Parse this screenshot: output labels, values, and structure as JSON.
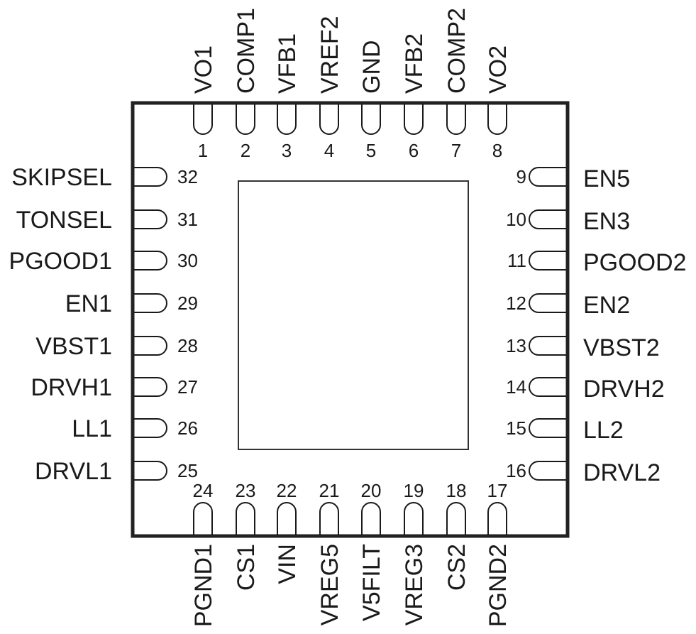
{
  "package": {
    "top": [
      {
        "num": "1",
        "name": "VO1"
      },
      {
        "num": "2",
        "name": "COMP1"
      },
      {
        "num": "3",
        "name": "VFB1"
      },
      {
        "num": "4",
        "name": "VREF2"
      },
      {
        "num": "5",
        "name": "GND"
      },
      {
        "num": "6",
        "name": "VFB2"
      },
      {
        "num": "7",
        "name": "COMP2"
      },
      {
        "num": "8",
        "name": "VO2"
      }
    ],
    "right": [
      {
        "num": "9",
        "name": "EN5"
      },
      {
        "num": "10",
        "name": "EN3"
      },
      {
        "num": "11",
        "name": "PGOOD2"
      },
      {
        "num": "12",
        "name": "EN2"
      },
      {
        "num": "13",
        "name": "VBST2"
      },
      {
        "num": "14",
        "name": "DRVH2"
      },
      {
        "num": "15",
        "name": "LL2"
      },
      {
        "num": "16",
        "name": "DRVL2"
      }
    ],
    "bottom": [
      {
        "num": "24",
        "name": "PGND1"
      },
      {
        "num": "23",
        "name": "CS1"
      },
      {
        "num": "22",
        "name": "VIN"
      },
      {
        "num": "21",
        "name": "VREG5"
      },
      {
        "num": "20",
        "name": "V5FILT"
      },
      {
        "num": "19",
        "name": "VREG3"
      },
      {
        "num": "18",
        "name": "CS2"
      },
      {
        "num": "17",
        "name": "PGND2"
      }
    ],
    "left": [
      {
        "num": "32",
        "name": "SKIPSEL"
      },
      {
        "num": "31",
        "name": "TONSEL"
      },
      {
        "num": "30",
        "name": "PGOOD1"
      },
      {
        "num": "29",
        "name": "EN1"
      },
      {
        "num": "28",
        "name": "VBST1"
      },
      {
        "num": "27",
        "name": "DRVH1"
      },
      {
        "num": "26",
        "name": "LL1"
      },
      {
        "num": "25",
        "name": "DRVL1"
      }
    ]
  },
  "colors": {
    "outline": "#222222",
    "pad": "#333333",
    "text": "#1a1a1a"
  }
}
